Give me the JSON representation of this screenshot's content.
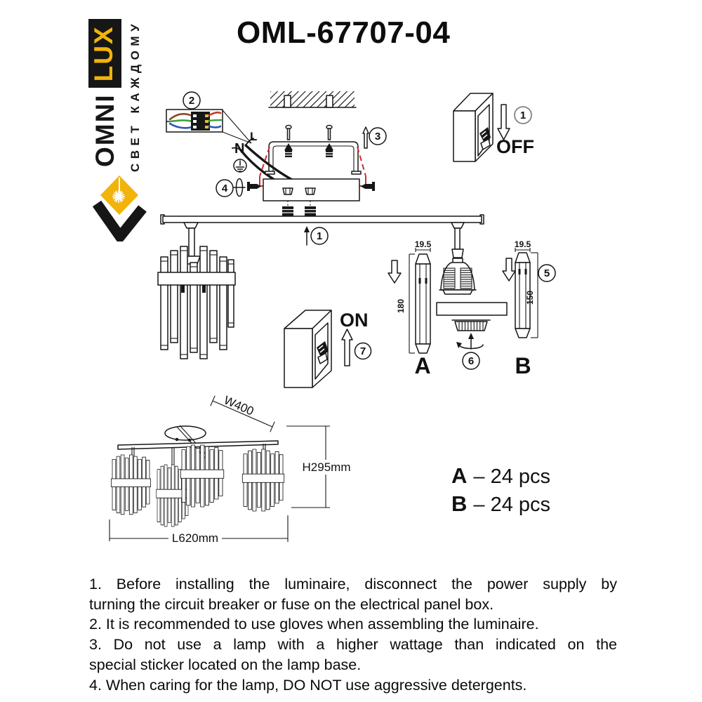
{
  "brand": {
    "omni": "OMNI",
    "lux": "LUX",
    "slogan": "СВЕТ КАЖДОМУ"
  },
  "title": "OML-67707-04",
  "diagram": {
    "steps": [
      "1",
      "2",
      "3",
      "4",
      "5",
      "6",
      "7"
    ],
    "labels": {
      "neutral": "N",
      "live": "L",
      "power_off": "OFF",
      "power_on": "ON"
    },
    "part_a": {
      "name": "A",
      "width": "19.5",
      "height": "180"
    },
    "part_b": {
      "name": "B",
      "width": "19.5",
      "height": "150"
    }
  },
  "overview": {
    "width": "W400",
    "height": "H295mm",
    "length": "L620mm"
  },
  "parts_list": [
    {
      "letter": "A",
      "qty": "– 24 pcs"
    },
    {
      "letter": "B",
      "qty": "– 24 pcs"
    }
  ],
  "instructions": [
    {
      "lines": [
        "1. Before installing the luminaire, disconnect the power supply by",
        "turning the circuit breaker or fuse on the electrical panel box."
      ]
    },
    {
      "lines": [
        "2. It is recommended to use gloves when assembling the luminaire."
      ]
    },
    {
      "lines": [
        "3. Do not use a lamp with a higher wattage than indicated on the",
        "special sticker located on the lamp base."
      ]
    },
    {
      "lines": [
        "4. When caring for the lamp, DO NOT use aggressive detergents."
      ]
    }
  ],
  "colors": {
    "brand_yellow": "#F2B40A",
    "accent_red": "#D12B2E",
    "wire_brown": "#8A4A21",
    "wire_green": "#3FA33C",
    "wire_blue": "#2F55B8",
    "wire_red": "#C03A2B",
    "wire_yellow": "#E6B93C"
  }
}
